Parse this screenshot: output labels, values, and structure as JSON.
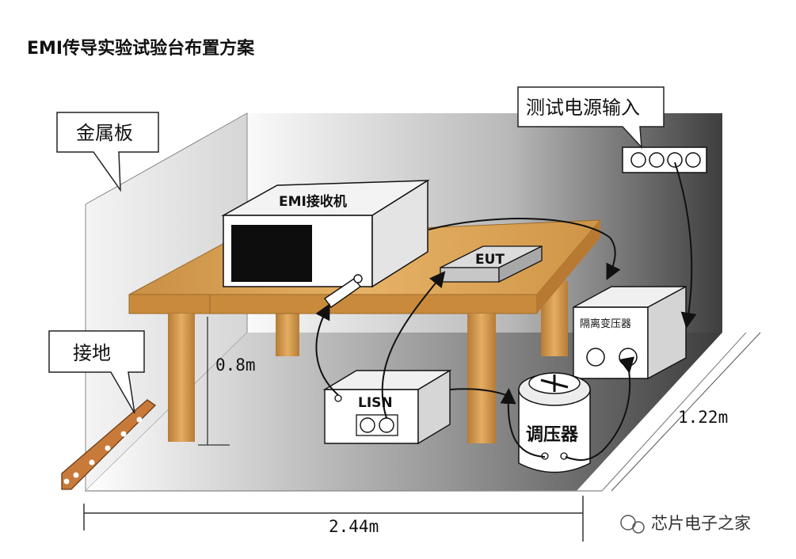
{
  "title": "EMI传导实验试验台布置方案",
  "labels": {
    "metal_plate": "金属板",
    "ground": "接地",
    "test_power_input": "测试电源输入",
    "emi_receiver": "EMI接收机",
    "eut": "EUT",
    "lisn": "LISN",
    "isolation_transformer": "隔离变压器",
    "voltage_regulator": "调压器"
  },
  "dimensions": {
    "table_height": "0.8m",
    "depth": "1.22m",
    "width": "2.44m"
  },
  "watermark": "芯片电子之家",
  "colors": {
    "wall_light": "#e2e2e2",
    "wall_dark": "#4a4a4a",
    "table_top": "#d9a24e",
    "table_leg": "#cf9446",
    "ground_strap": "#c87a3a"
  }
}
